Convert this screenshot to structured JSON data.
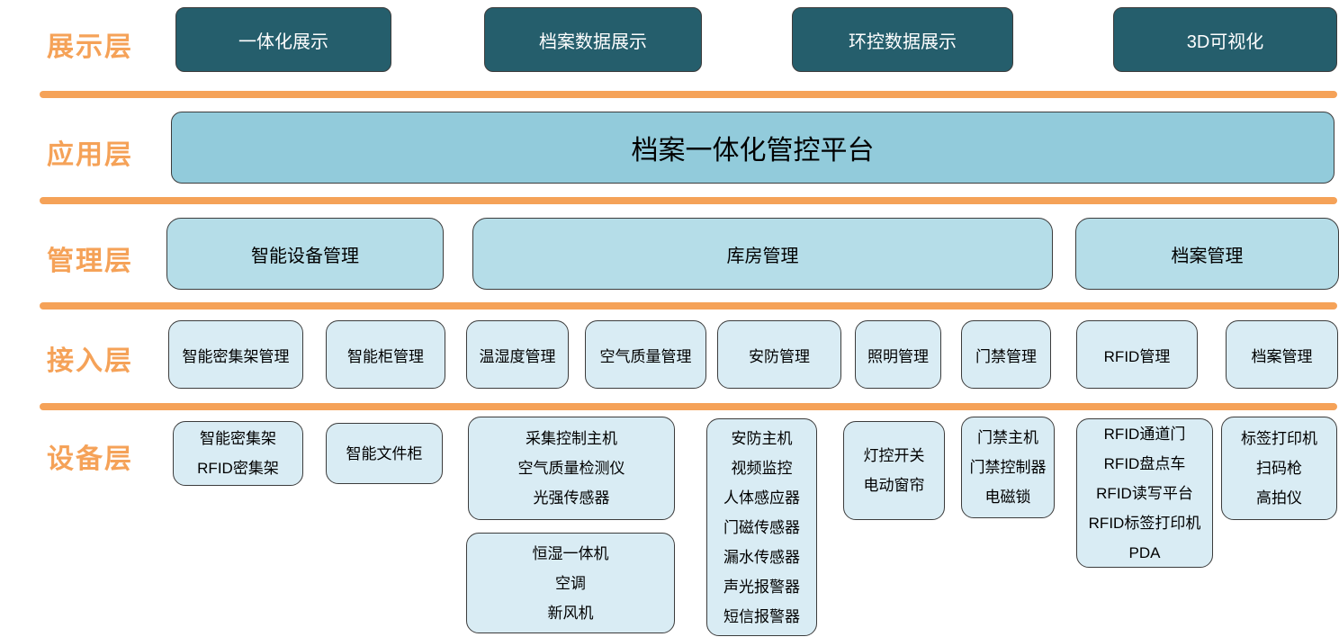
{
  "colors": {
    "accent_orange": "#f5a258",
    "dark_teal": "#255e6c",
    "application_blue": "#92cbdb",
    "management_blue": "#b5dde8",
    "light_blue": "#d9ecf4",
    "box_border": "#3c3c3c",
    "text_on_dark": "#ffffff",
    "text_on_light": "#000000"
  },
  "layers": {
    "presentation": {
      "label": "展示层",
      "boxes": [
        {
          "label": "一体化展示"
        },
        {
          "label": "档案数据展示"
        },
        {
          "label": "环控数据展示"
        },
        {
          "label": "3D可视化"
        }
      ]
    },
    "application": {
      "label": "应用层",
      "boxes": [
        {
          "label": "档案一体化管控平台"
        }
      ]
    },
    "management": {
      "label": "管理层",
      "boxes": [
        {
          "label": "智能设备管理"
        },
        {
          "label": "库房管理"
        },
        {
          "label": "档案管理"
        }
      ]
    },
    "access": {
      "label": "接入层",
      "boxes": [
        {
          "label": "智能密集架管理"
        },
        {
          "label": "智能柜管理"
        },
        {
          "label": "温湿度管理"
        },
        {
          "label": "空气质量管理"
        },
        {
          "label": "安防管理"
        },
        {
          "label": "照明管理"
        },
        {
          "label": "门禁管理"
        },
        {
          "label": "RFID管理"
        },
        {
          "label": "档案管理"
        }
      ]
    },
    "device": {
      "label": "设备层",
      "boxes": [
        {
          "lines": [
            "智能密集架",
            "RFID密集架"
          ]
        },
        {
          "lines": [
            "智能文件柜"
          ]
        },
        {
          "lines": [
            "采集控制主机",
            "空气质量检测仪",
            "光强传感器"
          ]
        },
        {
          "lines": [
            "恒湿一体机",
            "空调",
            "新风机"
          ]
        },
        {
          "lines": [
            "安防主机",
            "视频监控",
            "人体感应器",
            "门磁传感器",
            "漏水传感器",
            "声光报警器",
            "短信报警器"
          ]
        },
        {
          "lines": [
            "灯控开关",
            "电动窗帘"
          ]
        },
        {
          "lines": [
            "门禁主机",
            "门禁控制器",
            "电磁锁"
          ]
        },
        {
          "lines": [
            "RFID通道门",
            "RFID盘点车",
            "RFID读写平台",
            "RFID标签打印机",
            "PDA"
          ]
        },
        {
          "lines": [
            "标签打印机",
            "扫码枪",
            "高拍仪"
          ]
        }
      ]
    }
  }
}
